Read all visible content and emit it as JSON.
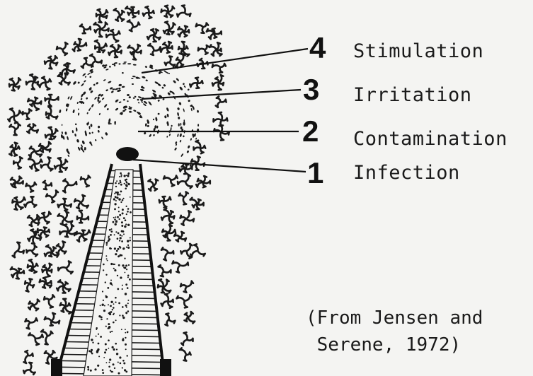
{
  "zones": [
    {
      "number": "4",
      "label": "Stimulation"
    },
    {
      "number": "3",
      "label": "Irritation"
    },
    {
      "number": "2",
      "label": "Contamination"
    },
    {
      "number": "1",
      "label": "Infection"
    }
  ],
  "source": {
    "line1": "(From Jensen and",
    "line2": " Serene, 1972)"
  },
  "colors": {
    "ink": "#1a1a1a",
    "paper": "#f4f4f2"
  }
}
